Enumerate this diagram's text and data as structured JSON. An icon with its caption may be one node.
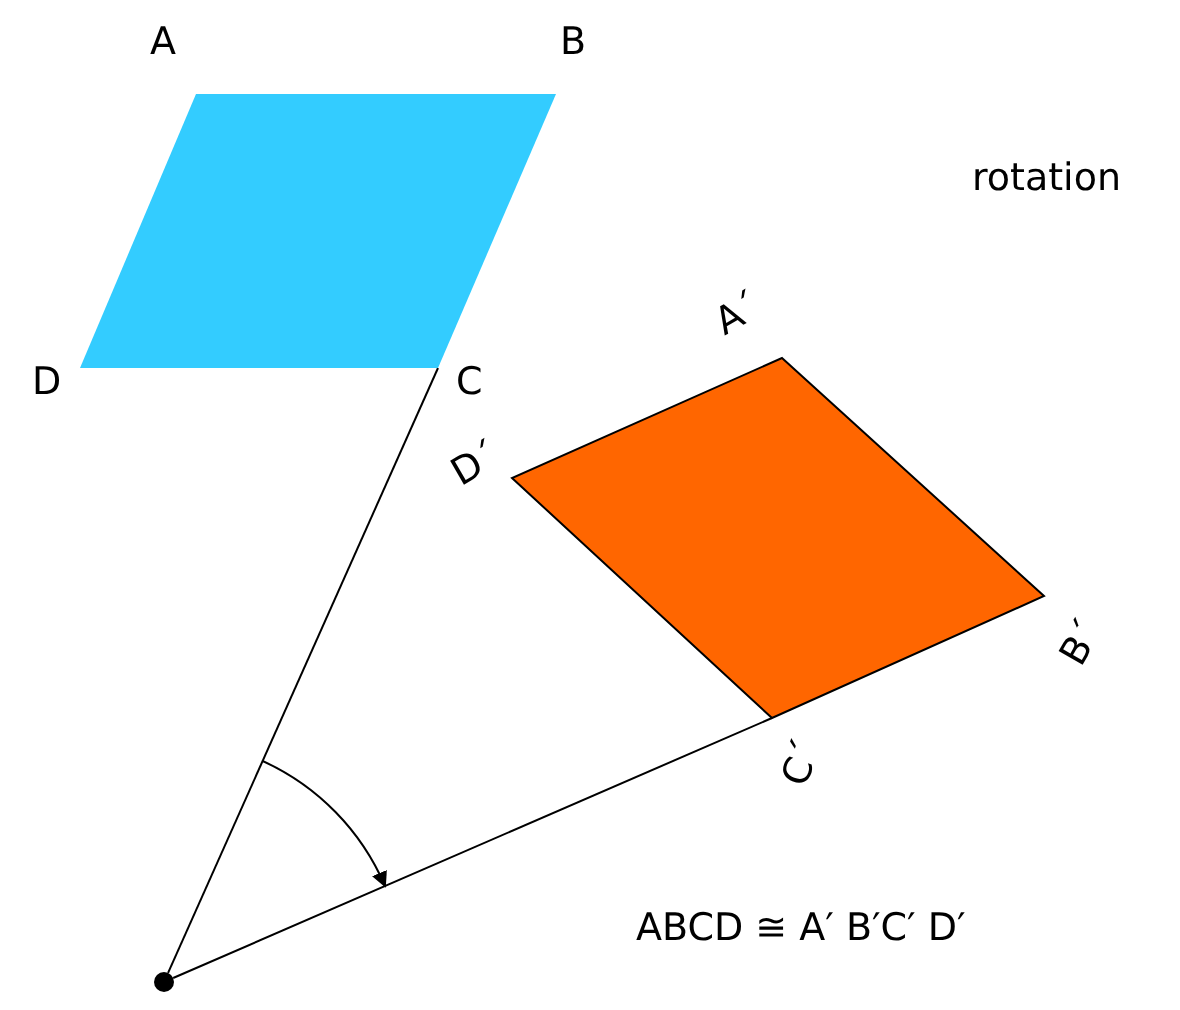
{
  "diagram": {
    "nodes": [
      {
        "text": [],
        "shape": "parallelogram"
      },
      {
        "text": [],
        "shape": "parallelogram"
      },
      {
        "text": [],
        "shape": "circle"
      }
    ],
    "edges": [
      {
        "from": 2,
        "to": 0,
        "arrow": "none"
      },
      {
        "from": 2,
        "to": 1,
        "arrow": "none"
      }
    ],
    "labels": [
      "A",
      "B",
      "rotation",
      "D",
      "C",
      "A´",
      "D´",
      "B´",
      "C´",
      "ABCD ≅ A′ B′C′ D′"
    ]
  }
}
